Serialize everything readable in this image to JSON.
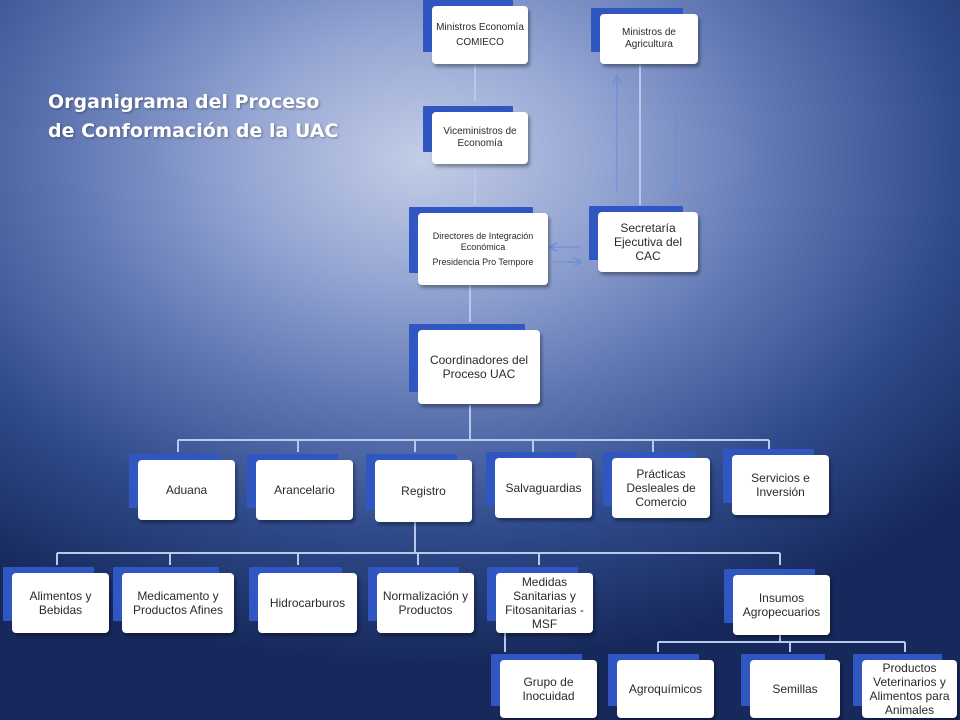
{
  "title": {
    "line1": "Organigrama del Proceso",
    "line2": "de Conformación de la UAC"
  },
  "nodes": {
    "ministros_economia": {
      "line1": "Ministros Economía",
      "line2": "COMIECO"
    },
    "ministros_agricultura": {
      "label": "Ministros de Agricultura"
    },
    "viceministros": {
      "label": "Viceministros de Economía"
    },
    "directores": {
      "line1": "Directores de Integración Económica",
      "line2": "Presidencia Pro Tempore"
    },
    "secretaria": {
      "label": "Secretaría Ejecutiva del CAC"
    },
    "coordinadores": {
      "label": "Coordinadores del Proceso UAC"
    },
    "aduana": {
      "label": "Aduana"
    },
    "arancelario": {
      "label": "Arancelario"
    },
    "registro": {
      "label": "Registro"
    },
    "salvaguardias": {
      "label": "Salvaguardias"
    },
    "practicas": {
      "label": "Prácticas Desleales de Comercio"
    },
    "servicios": {
      "label": "Servicios e Inversión"
    },
    "alimentos": {
      "label": "Alimentos y Bebidas"
    },
    "medicamento": {
      "label": "Medicamento y Productos Afines"
    },
    "hidrocarburos": {
      "label": "Hidrocarburos"
    },
    "normalizacion": {
      "label": "Normalización y Productos"
    },
    "medidas": {
      "label": "Medidas Sanitarias y Fitosanitarias - MSF"
    },
    "insumos": {
      "label": "Insumos Agropecuarios"
    },
    "grupo": {
      "label": "Grupo de Inocuidad"
    },
    "agroquimicos": {
      "label": "Agroquímicos"
    },
    "semillas": {
      "label": "Semillas"
    },
    "productos_vet": {
      "label": "Productos Veterinarios y Alimentos para Animales"
    }
  },
  "colors": {
    "connector": "#b9c9ea",
    "box_back": "#2f56c1",
    "box_face": "#ffffff",
    "arrow": "#6f8fd6"
  }
}
